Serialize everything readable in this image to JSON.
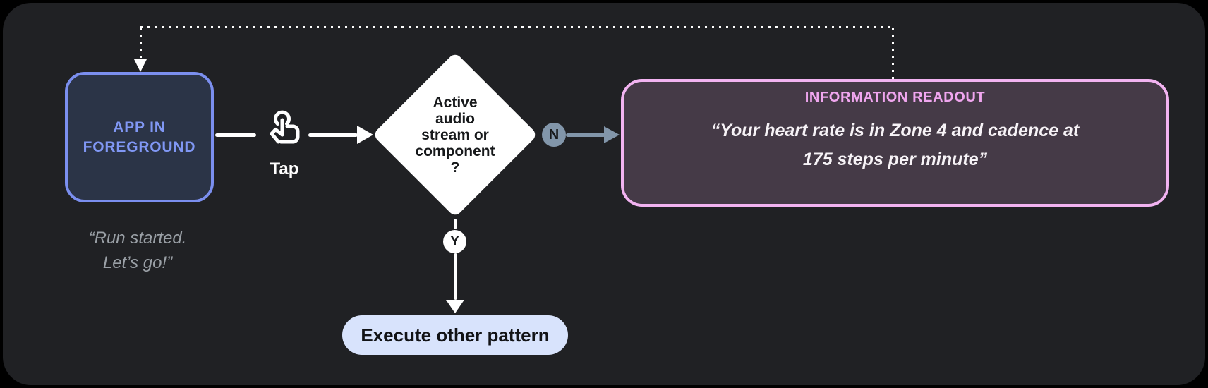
{
  "colors": {
    "panel": "#202124",
    "blue": "#7B8FEF",
    "blue-fill": "#2B3447",
    "blue-text": "#8097F4",
    "muted": "#9AA0A6",
    "slate": "#8296AA",
    "pink": "#F2B3F1",
    "pink-fill": "#453A47",
    "pink-text": "#F0A6EF",
    "pill": "#D8E3FC",
    "ink": "#17191B"
  },
  "start": {
    "label_line1": "APP IN",
    "label_line2": "FOREGROUND",
    "caption_line1": "“Run started.",
    "caption_line2": "Let’s go!”"
  },
  "tap": {
    "label": "Tap"
  },
  "decision": {
    "line1": "Active",
    "line2": "audio",
    "line3": "stream or",
    "line4": "component",
    "line5": "?"
  },
  "branch_no": {
    "label": "N"
  },
  "branch_yes": {
    "label": "Y"
  },
  "readout": {
    "title": "INFORMATION READOUT",
    "quote_line1": "“Your heart rate is in Zone 4 and cadence at",
    "quote_line2": "175 steps per minute”"
  },
  "execute": {
    "label": "Execute other pattern"
  }
}
